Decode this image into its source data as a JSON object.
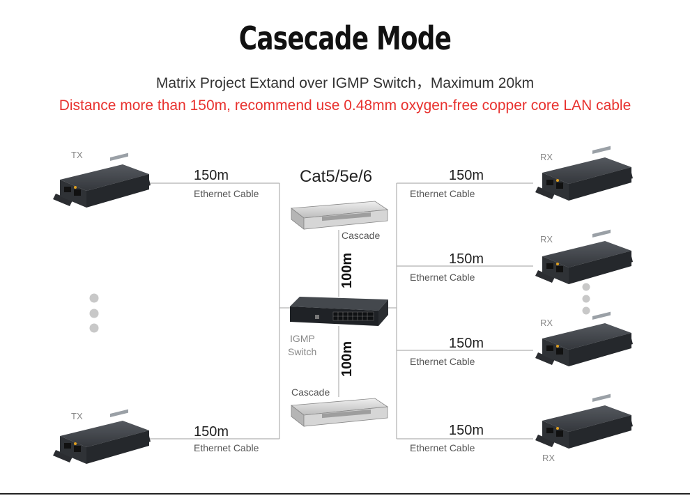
{
  "title": "Casecade Mode",
  "subtitle": "Matrix Project Extand over IGMP Switch，Maximum 20km",
  "warning": "Distance more than 150m, recommend use 0.48mm oxygen-free copper core LAN cable",
  "left_links": [
    {
      "device": "TX",
      "distance": "150m",
      "cable": "Ethernet Cable"
    },
    {
      "device": "TX",
      "distance": "150m",
      "cable": "Ethernet Cable"
    }
  ],
  "right_links": [
    {
      "device": "RX",
      "distance": "150m",
      "cable": "Ethernet Cable"
    },
    {
      "device": "RX",
      "distance": "150m",
      "cable": "Ethernet Cable"
    },
    {
      "device": "RX",
      "distance": "150m",
      "cable": "Ethernet Cable"
    },
    {
      "device": "RX",
      "distance": "150m",
      "cable": "Ethernet Cable"
    }
  ],
  "center": {
    "cable_type": "Cat5/5e/6",
    "cascade_top": "Cascade",
    "cascade_bottom": "Cascade",
    "uplink_top": "100m",
    "uplink_bottom": "100m",
    "switch_label_line1": "IGMP",
    "switch_label_line2": "Switch"
  },
  "colors": {
    "warning": "#e8312e",
    "line": "#b0b0b0",
    "device_body": "#3a3d42",
    "ellipsis": "#c8c8c8"
  }
}
